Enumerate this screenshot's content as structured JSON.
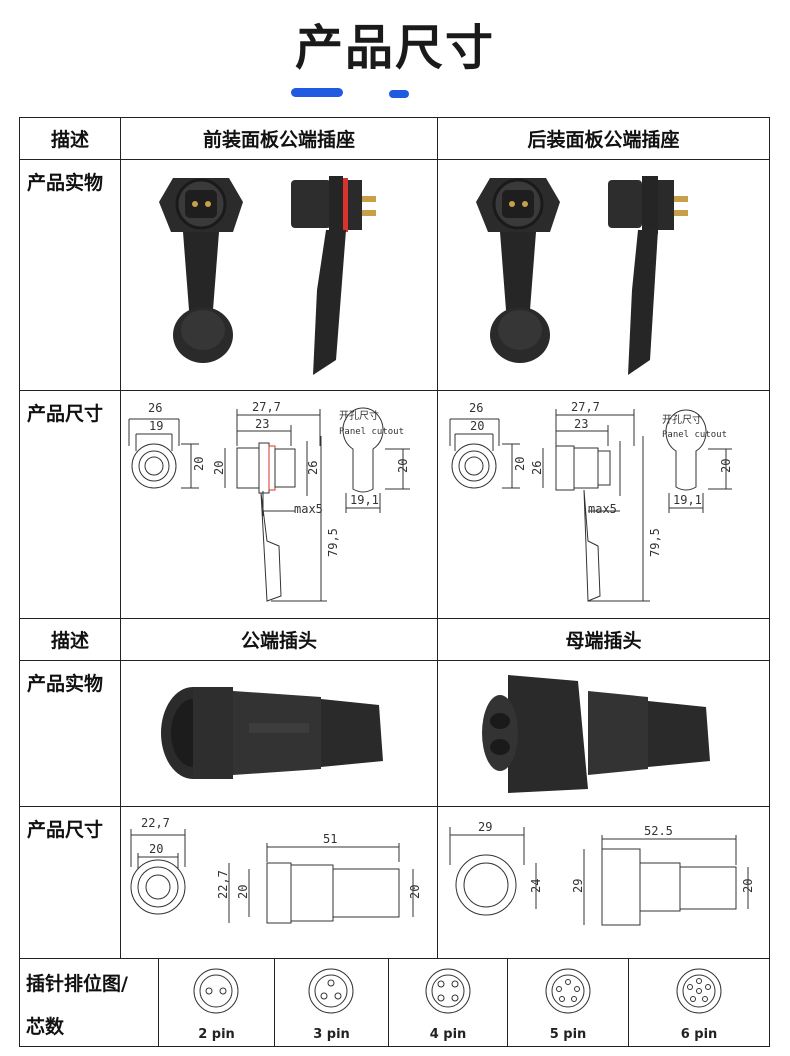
{
  "title": "产品尺寸",
  "section1": {
    "col_label": "描述",
    "col_left": "前装面板公端插座",
    "col_right": "后装面板公端插座",
    "row_photo": "产品实物",
    "row_dims": "产品尺寸"
  },
  "dims_top": {
    "d26": "26",
    "d19": "19",
    "d20": "20",
    "d27_7": "27,7",
    "d23": "23",
    "dh20": "20",
    "dh26": "26",
    "max5": "max5",
    "d79_5": "79,5",
    "cutout_cn": "开孔尺寸",
    "cutout_en": "Panel cutout",
    "cut_h": "20",
    "cut_w": "19,1"
  },
  "section2": {
    "col_label": "描述",
    "col_left": "公端插头",
    "col_right": "母端插头",
    "row_photo": "产品实物",
    "row_dims": "产品尺寸"
  },
  "dims_plug_male": {
    "d22_7": "22,7",
    "d20": "20",
    "d51": "51",
    "dv22_7": "22,7",
    "dv20": "20",
    "dr20": "20"
  },
  "dims_plug_female": {
    "d29": "29",
    "d24": "24",
    "d52_5": "52.5",
    "dv29": "29",
    "dr20": "20"
  },
  "pins": {
    "label_line1": "插针排位图/",
    "label_line2": "芯数",
    "items": [
      "2 pin",
      "3 pin",
      "4 pin",
      "5 pin",
      "6 pin"
    ]
  }
}
